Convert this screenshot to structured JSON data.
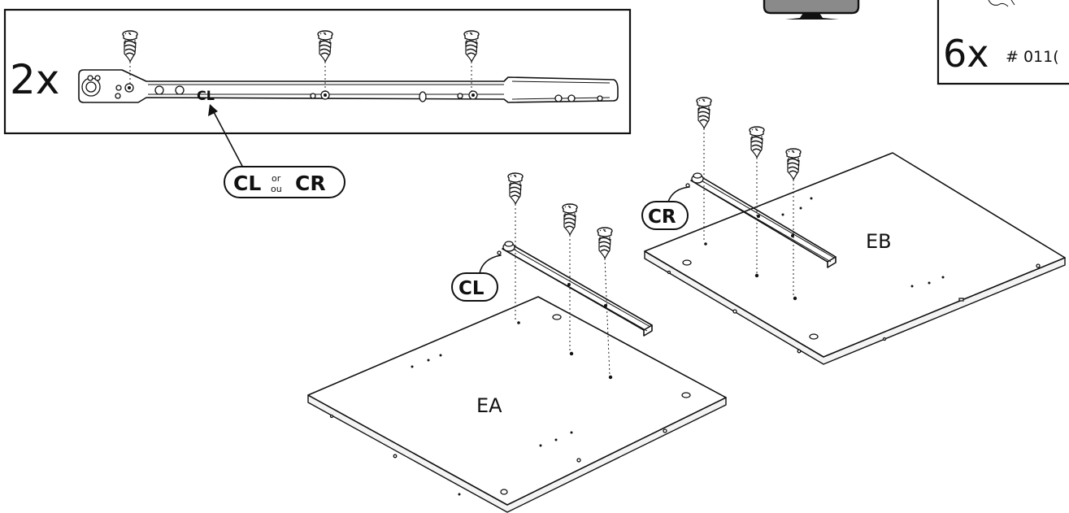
{
  "detail_box": {
    "quantity": "2x",
    "rail_label": "CL"
  },
  "callout_main": {
    "left": "CL",
    "or_en": "or",
    "or_fr": "ou",
    "right": "CR"
  },
  "hardware_box": {
    "quantity": "6x",
    "part_number": "# 011("
  },
  "panels": {
    "left_label": "EA",
    "right_label": "EB"
  },
  "rail_callouts": {
    "left": "CL",
    "right": "CR"
  },
  "colors": {
    "line": "#111111",
    "background": "#ffffff",
    "tv_fill": "#8a8a8a"
  }
}
